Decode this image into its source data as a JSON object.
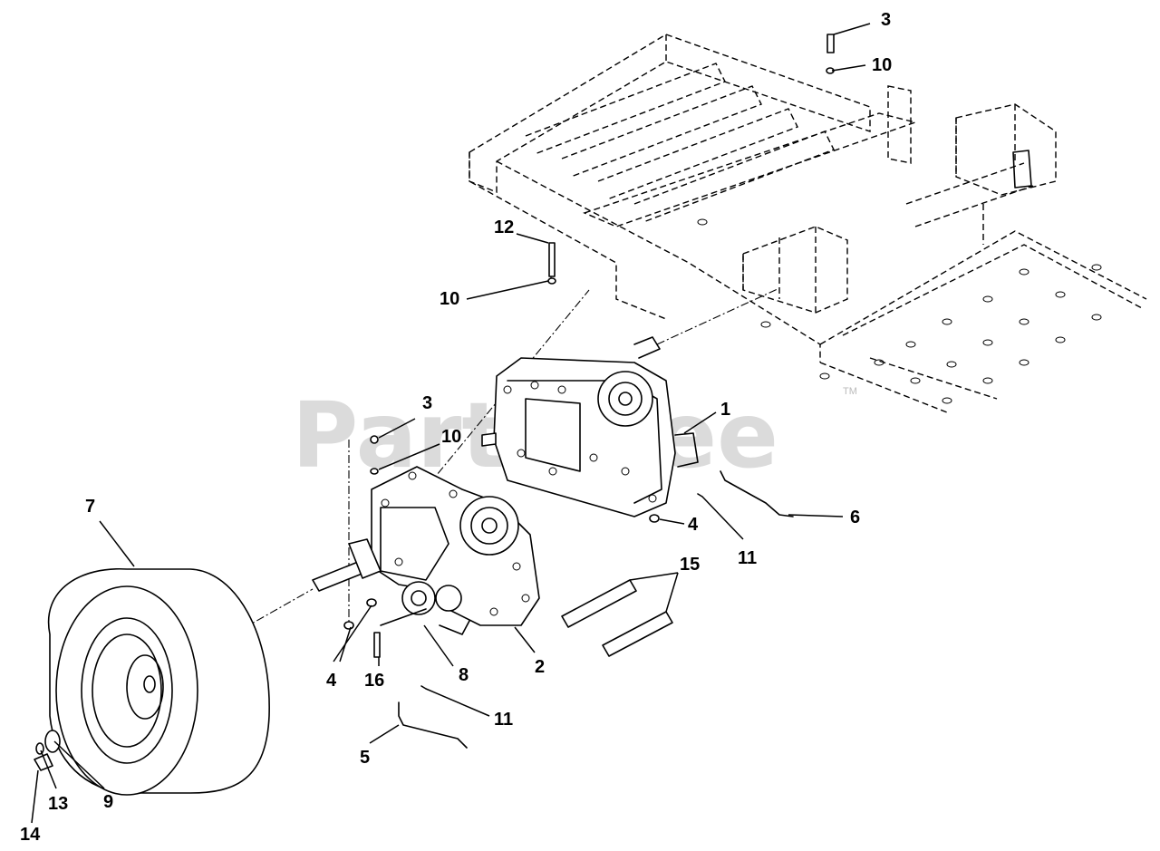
{
  "watermark": {
    "text": "PartsTree",
    "trademark": "TM"
  },
  "callouts": {
    "c1": "1",
    "c2": "2",
    "c3_top": "3",
    "c3_mid": "3",
    "c4_right": "4",
    "c4_left": "4",
    "c5": "5",
    "c6": "6",
    "c7": "7",
    "c8": "8",
    "c9": "9",
    "c10_top": "10",
    "c10_left": "10",
    "c10_mid": "10",
    "c11_right": "11",
    "c11_bottom": "11",
    "c12": "12",
    "c13": "13",
    "c14": "14",
    "c15": "15",
    "c16": "16"
  }
}
